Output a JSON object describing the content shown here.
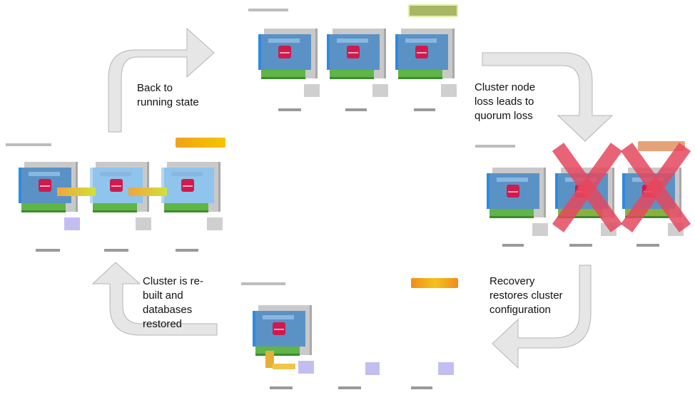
{
  "diagram": {
    "type": "cycle",
    "title": "",
    "steps": [
      {
        "id": "running",
        "label": "Back  to\nrunning state"
      },
      {
        "id": "quorum-loss",
        "label": "Cluster node\nloss leads to\nquorum loss"
      },
      {
        "id": "recovery",
        "label": "Recovery\nrestores cluster\nconfiguration"
      },
      {
        "id": "rebuild",
        "label": "Cluster is re-\nbuilt and\ndatabases\nrestored"
      }
    ],
    "clusters": [
      {
        "id": "top",
        "state": "running",
        "nodes": 3,
        "failed_nodes": 0,
        "status_color": "#b9c96a"
      },
      {
        "id": "right",
        "state": "quorum-loss",
        "nodes": 3,
        "failed_nodes": 2,
        "status_color": "#e8a070"
      },
      {
        "id": "bottom",
        "state": "recovery",
        "nodes": 1,
        "failed_nodes": 0,
        "status_color": "#f2b21a"
      },
      {
        "id": "left",
        "state": "rebuild",
        "nodes": 3,
        "failed_nodes": 0,
        "status_color": "#f5c400"
      }
    ],
    "colors": {
      "arrow": "#e3e3e3",
      "arrow_edge": "#b8b8b8",
      "fail_mark": "#e5485e",
      "replication": "#e9d93a"
    }
  }
}
